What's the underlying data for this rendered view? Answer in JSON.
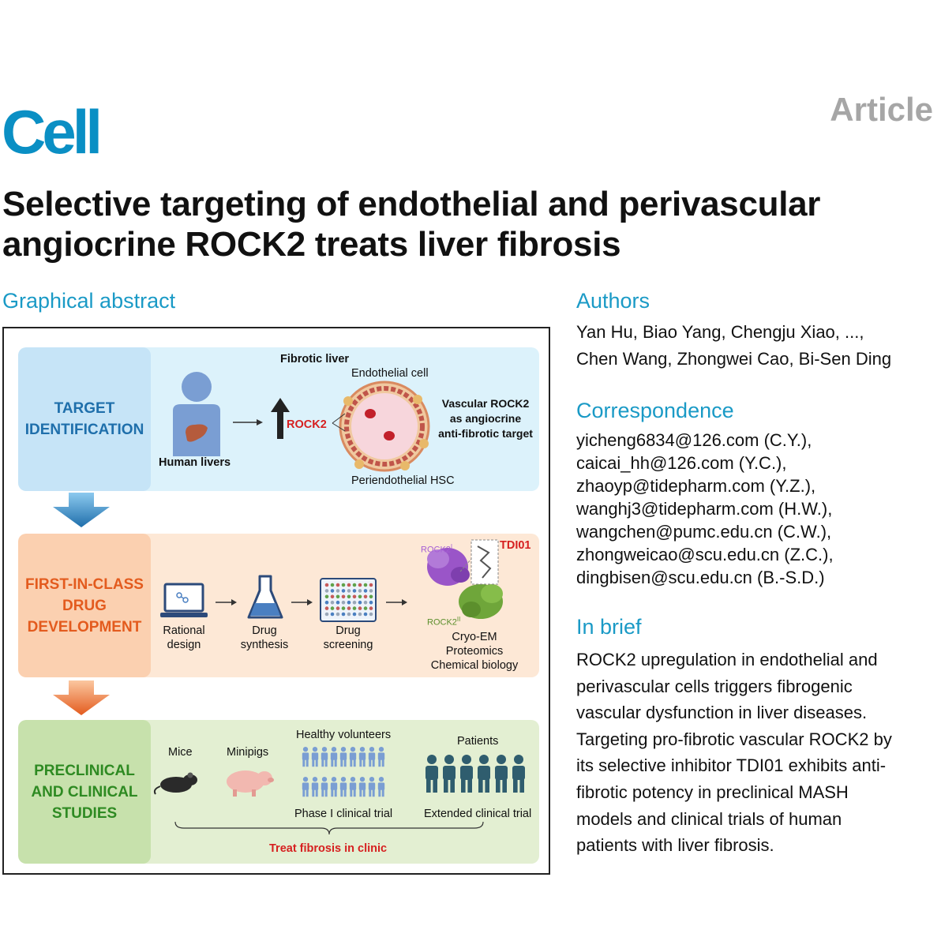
{
  "header": {
    "journal": "Cell",
    "article_type": "Article",
    "title": "Selective targeting of endothelial and perivascular angiocrine ROCK2 treats liver fibrosis"
  },
  "graphical_abstract": {
    "heading": "Graphical abstract",
    "panels": [
      {
        "label": [
          "TARGET",
          "IDENTIFICATION"
        ],
        "texts": {
          "human_livers": "Human livers",
          "fibrotic_liver": "Fibrotic liver",
          "endothelial_cell": "Endothelial cell",
          "rock2": "ROCK2",
          "periendothelial_hsc": "Periendothelial HSC",
          "target_lines": [
            "Vascular ROCK2",
            "as angiocrine",
            "anti-fibrotic target"
          ]
        }
      },
      {
        "label": [
          "FIRST-IN-CLASS",
          "DRUG",
          "DEVELOPMENT"
        ],
        "steps": [
          {
            "lines": [
              "Rational",
              "design"
            ]
          },
          {
            "lines": [
              "Drug",
              "synthesis"
            ]
          },
          {
            "lines": [
              "Drug",
              "screening"
            ]
          }
        ],
        "structure": {
          "rock2_top": "ROCK2",
          "rock2_top_sup": "I",
          "rock2_bottom": "ROCK2",
          "rock2_bottom_sup": "II",
          "compound": "TDI01"
        },
        "methods": [
          "Cryo-EM",
          "Proteomics",
          "Chemical biology"
        ]
      },
      {
        "label": [
          "PRECLINICAL",
          "AND CLINICAL",
          "STUDIES"
        ],
        "texts": {
          "mice": "Mice",
          "minipigs": "Minipigs",
          "healthy_volunteers": "Healthy volunteers",
          "patients": "Patients",
          "phase1": "Phase I clinical trial",
          "extended": "Extended clinical trial",
          "treat": "Treat fibrosis in clinic"
        }
      }
    ],
    "colors": {
      "panel1_bg": "#dcf2fb",
      "panel1_label": "#c6e4f7",
      "panel1_text": "#1f6fab",
      "panel2_bg": "#fde8d6",
      "panel2_label": "#fbd0b0",
      "panel2_text": "#e35b1e",
      "panel3_bg": "#e3efd2",
      "panel3_label": "#c7e1ac",
      "panel3_text": "#2e8a22",
      "red_label": "#d62020",
      "heading": "#1a9ac6",
      "person": "#7a9ed3",
      "patient": "#2f5d6e"
    }
  },
  "authors": {
    "heading": "Authors",
    "lines": [
      "Yan Hu, Biao Yang, Chengju Xiao, ...,",
      "Chen Wang, Zhongwei Cao, Bi-Sen Ding"
    ]
  },
  "correspondence": {
    "heading": "Correspondence",
    "lines": [
      "yicheng6834@126.com (C.Y.),",
      "caicai_hh@126.com (Y.C.),",
      "zhaoyp@tidepharm.com (Y.Z.),",
      "wanghj3@tidepharm.com (H.W.),",
      "wangchen@pumc.edu.cn (C.W.),",
      "zhongweicao@scu.edu.cn (Z.C.),",
      "dingbisen@scu.edu.cn (B.-S.D.)"
    ]
  },
  "in_brief": {
    "heading": "In brief",
    "lines": [
      "ROCK2 upregulation in endothelial and",
      "perivascular cells triggers fibrogenic",
      "vascular dysfunction in liver diseases.",
      "Targeting pro-fibrotic vascular ROCK2 by",
      "its selective inhibitor TDI01 exhibits anti-",
      "fibrotic potency in preclinical MASH",
      "models and clinical trials of human",
      "patients with liver fibrosis."
    ]
  }
}
